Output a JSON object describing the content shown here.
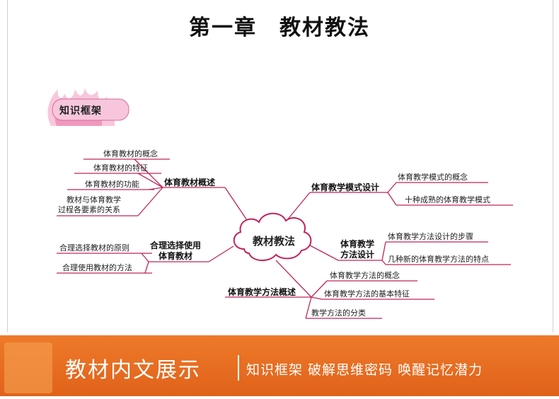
{
  "page": {
    "title": "第一章　教材教法",
    "section_badge": "知识框架"
  },
  "mindmap": {
    "center": "教材教法",
    "branches": [
      {
        "label": "体育教材概述",
        "items": [
          "体育教材的概念",
          "体育教材的特征",
          "体育教材的功能",
          "教材与体育教学",
          "过程各要素的关系"
        ]
      },
      {
        "label_line1": "合理选择使用",
        "label_line2": "体育教材",
        "items": [
          "合理选择教材的原则",
          "合理使用教材的方法"
        ]
      },
      {
        "label": "体育教学方法概述",
        "items": [
          "体育教学方法的概念",
          "体育教学方法的基本特征",
          "教学方法的分类"
        ]
      },
      {
        "label": "体育教学模式设计",
        "items": [
          "体育教学模式的概念",
          "十种成熟的体育教学模式"
        ]
      },
      {
        "label_line1": "体育教学",
        "label_line2": "方法设计",
        "items": [
          "体育教学方法设计的步骤",
          "几种新的体育教学方法的特点"
        ]
      }
    ]
  },
  "banner": {
    "main": "教材内文展示",
    "sub": "知识框架 破解思维密码 唤醒记忆潜力"
  },
  "colors": {
    "line": "#c0245c",
    "badge_pink": "#f29ac0",
    "banner_orange": "#e8701f"
  }
}
